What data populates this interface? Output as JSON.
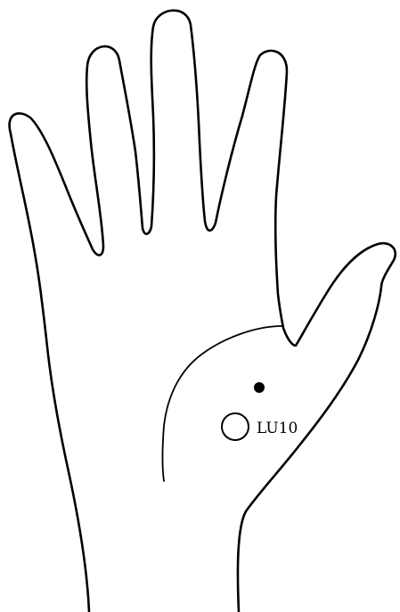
{
  "figure": {
    "points": [
      {
        "label": "LU10",
        "marker": "open-circle",
        "color": "#000000"
      },
      {
        "label": "",
        "marker": "filled-dot",
        "color": "#000000"
      }
    ]
  }
}
